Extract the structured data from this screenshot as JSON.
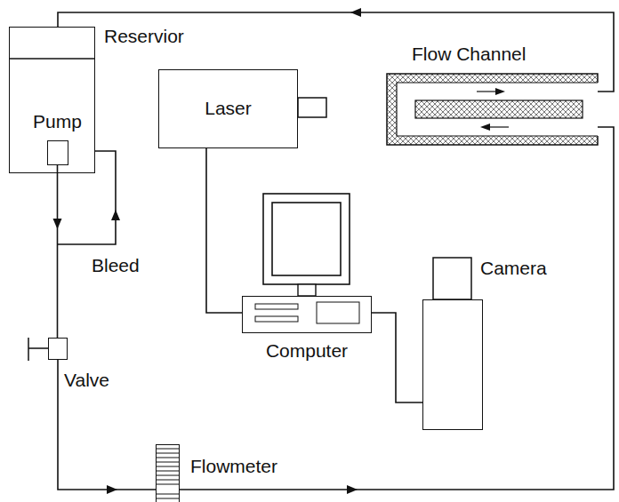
{
  "diagram": {
    "nodes": [
      {
        "text": [
          "Reservior"
        ]
      },
      {
        "text": [
          "Pump"
        ],
        "in": 0
      },
      {
        "text": [
          "Laser"
        ]
      },
      {
        "text": [
          "Flow Channel"
        ]
      },
      {
        "text": [
          "Computer"
        ]
      },
      {
        "text": [
          "Camera"
        ]
      },
      {
        "text": [
          "Valve"
        ]
      },
      {
        "text": [
          "Flowmeter"
        ]
      }
    ],
    "edges": [
      {
        "from": 1,
        "to": 6,
        "arrow": "to"
      },
      {
        "from": 6,
        "to": 7,
        "arrow": "to"
      },
      {
        "from": 7,
        "to": 3,
        "arrow": "to"
      },
      {
        "from": 3,
        "to": 0,
        "arrow": "to"
      },
      {
        "from": 2,
        "to": 4,
        "arrow": "none"
      },
      {
        "from": 4,
        "to": 5,
        "arrow": "none"
      }
    ],
    "labels": [
      "Bleed"
    ]
  }
}
